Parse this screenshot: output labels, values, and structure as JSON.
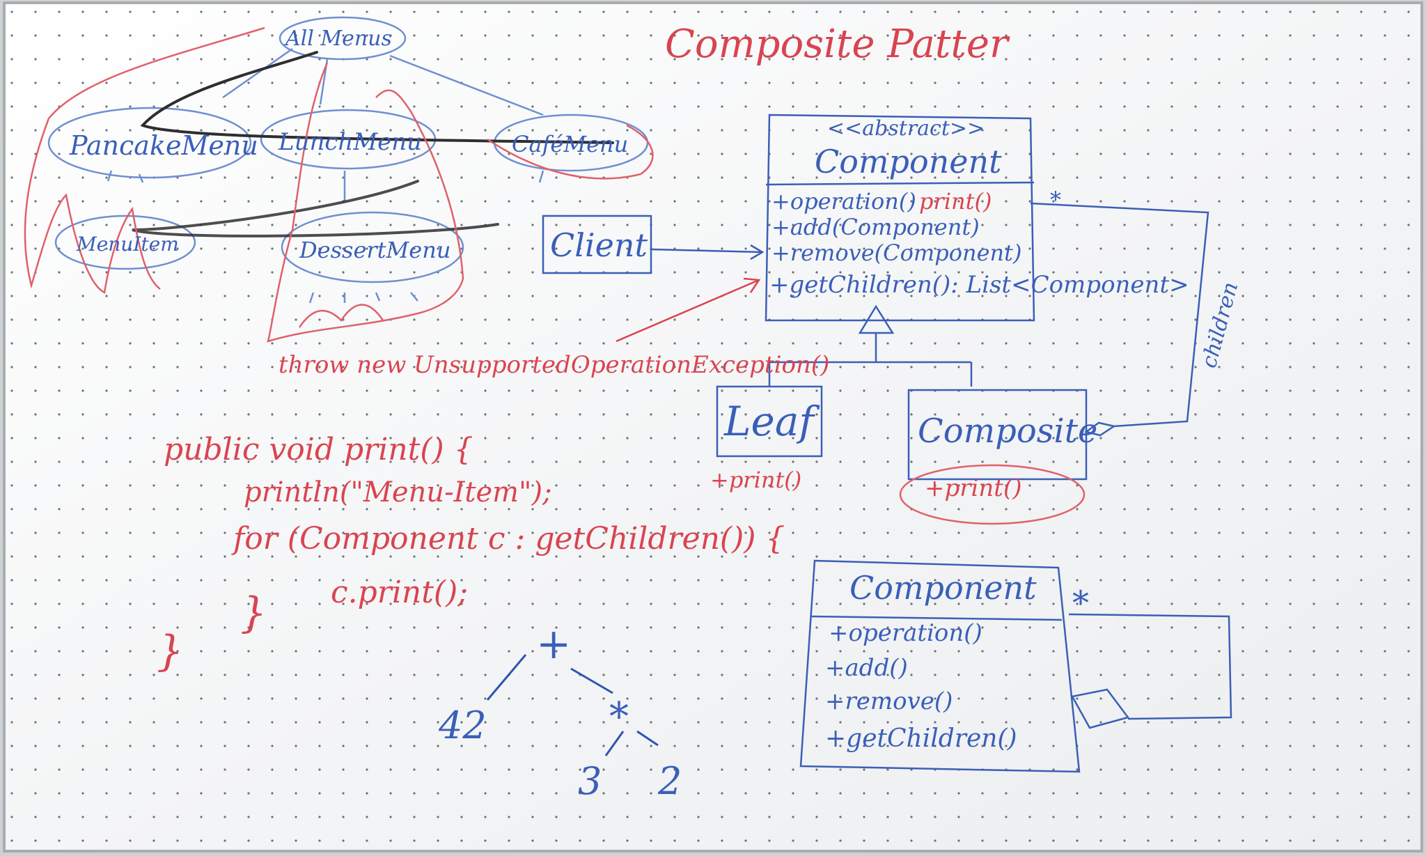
{
  "board": {
    "colors": {
      "blue_marker": "#3a5fb8",
      "red_marker": "#d94450",
      "black_marker": "#2e2e2e",
      "board": "#f4f5f6"
    }
  },
  "title": "Composite Patter",
  "menu_tree": {
    "root": "All Menus",
    "pancake": "PancakeMenu",
    "lunch": "LunchMenu",
    "cafe": "CaféMenu",
    "menuitem": "MenuItem",
    "dessert": "DessertMenu"
  },
  "uml_top": {
    "stereotype": "<<abstract>>",
    "name": "Component",
    "op1": "+operation()",
    "op1_red": "print()",
    "op2": "+add(Component)",
    "op3": "+remove(Component)",
    "op4": "+getChildren(): List<Component>",
    "multiplicity": "*",
    "client": "Client",
    "leaf": "Leaf",
    "leaf_op": "+print()",
    "composite": "Composite",
    "composite_op": "+print()",
    "children_label": "children",
    "exception": "throw new UnsupportedOperationException()"
  },
  "code": {
    "line1": "public void print() {",
    "line2": "println(\"Menu-Item\");",
    "line3": "for (Component c : getChildren()) {",
    "line4": "c.print();",
    "line5": "}",
    "line6": "}"
  },
  "expr_tree": {
    "plus": "+",
    "left": "42",
    "times": "*",
    "a": "3",
    "b": "2"
  },
  "uml_bottom": {
    "name": "Component",
    "op1": "+operation()",
    "op2": "+add()",
    "op3": "+remove()",
    "op4": "+getChildren()",
    "multiplicity": "*"
  }
}
